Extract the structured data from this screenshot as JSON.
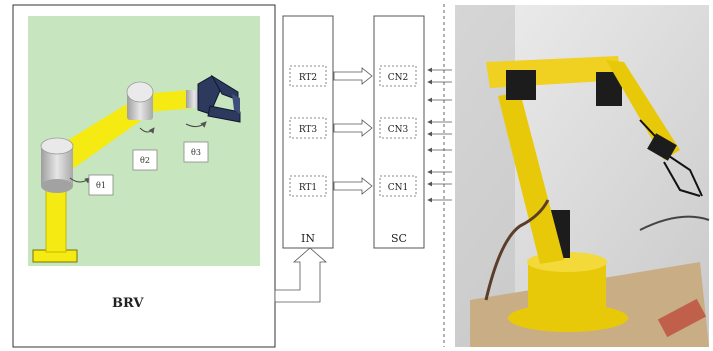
{
  "brv_panel": {
    "label": "BRV",
    "joint_labels": [
      "θ1",
      "θ2",
      "θ3"
    ],
    "colors": {
      "background": "#c7e6bf",
      "arm": "#f5ea12",
      "joint": "#c9c9c9",
      "gripper": "#2d3a5e"
    }
  },
  "interface": {
    "in_label": "IN",
    "sc_label": "SC",
    "rt_blocks": [
      "RT2",
      "RT3",
      "RT1"
    ],
    "cn_blocks": [
      "CN2",
      "CN3",
      "CN1"
    ]
  },
  "photo": {
    "subject": "robot-arm-photo",
    "colors": {
      "arm": "#e8c90a",
      "servo": "#1c1c1c",
      "background": "#d9d9d9",
      "base_board": "#c9ad85"
    }
  }
}
